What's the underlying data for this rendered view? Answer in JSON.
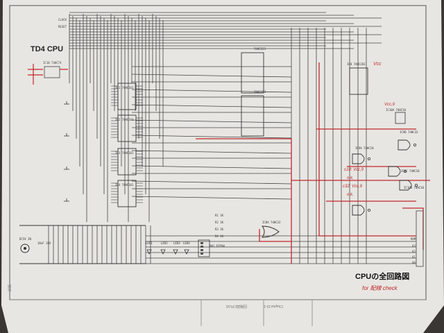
{
  "page": {
    "title": "TD4 CPU",
    "caption": "CPUの全回路図",
    "handwritten_note": "for 配線 check",
    "page_number": "235",
    "footer_chapter": "Chapter10-1",
    "footer_section": "回路図CPUの"
  },
  "components": {
    "clock_labels": [
      "CLOCK",
      "RESET"
    ],
    "ic_top_left": "IC10 74HC74",
    "registers": [
      "IC1 74HC161",
      "IC2 74HC161",
      "IC3 74HC161",
      "IC4 74HC161"
    ],
    "selectors": [
      "74HC153",
      "74HC153"
    ],
    "adder": "IC8 74HC283",
    "logic": [
      "IC9A 74HC10",
      "IC9B 74HC32",
      "IC10A 74HC10",
      "IC9C 74HC10",
      "IC10B 74HC10"
    ],
    "or_gate": "IC8A 74HC32",
    "power": [
      "DC5V IN",
      "10uF 16V"
    ],
    "leds": [
      "LED1",
      "LED2",
      "LED3",
      "LED4"
    ],
    "resistors": [
      "R1 1K",
      "R2 1K",
      "R3 1K",
      "R4 1K"
    ],
    "switch": "SW1 DIPSW",
    "rom": "ROM",
    "address_labels": [
      "A3",
      "A2",
      "A1",
      "A0"
    ]
  },
  "annotations": {
    "vcc_top": "Vcc",
    "vcc_mid": "Vcc,9",
    "c10": "c10: Vcc,9",
    "c10_ok": "o.k.",
    "c32": "c32: Vcc,9",
    "c32_ok": "o.k."
  },
  "colors": {
    "paper": "#e9e7e3",
    "ink": "#3b3b3b",
    "red_ink": "#c0282c"
  }
}
